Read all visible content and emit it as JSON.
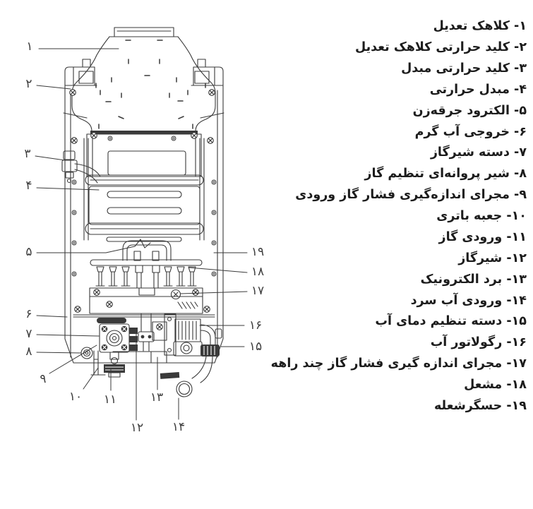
{
  "colors": {
    "ink": "#3a3a3a",
    "text": "#1c1c1c",
    "background": "#ffffff"
  },
  "parts_list": [
    {
      "text": "۱- کلاهک تعدیل"
    },
    {
      "text": "۲- کلید حرارتی کلاهک تعدیل"
    },
    {
      "text": "۳- کلید حرارتی مبدل"
    },
    {
      "text": "۴- مبدل حرارتی"
    },
    {
      "text": "۵- الکترود جرقه‌زن"
    },
    {
      "text": "۶- خروجی آب گرم"
    },
    {
      "text": "۷- دسته شیرگاز"
    },
    {
      "text": "۸- شیر پروانه‌ای تنظیم گاز"
    },
    {
      "text": "۹- مجرای اندازه‌گیری فشار گاز ورودی"
    },
    {
      "text": "۱۰- جعبه باتری"
    },
    {
      "text": "۱۱- ورودی گاز"
    },
    {
      "text": "۱۲- شیرگاز"
    },
    {
      "text": "۱۳- برد الکترونیک"
    },
    {
      "text": "۱۴- ورودی آب سرد"
    },
    {
      "text": "۱۵- دسته تنظیم دمای آب"
    },
    {
      "text": "۱۶- رگولاتور آب"
    },
    {
      "text": "۱۷- مجرای اندازه گیری فشار گاز چند راهه"
    },
    {
      "text": "۱۸- مشعل"
    },
    {
      "text": "۱۹- حسگرشعله"
    }
  ],
  "callouts": [
    {
      "num": "۱"
    },
    {
      "num": "۲"
    },
    {
      "num": "۳"
    },
    {
      "num": "۴"
    },
    {
      "num": "۵"
    },
    {
      "num": "۶"
    },
    {
      "num": "۷"
    },
    {
      "num": "۸"
    },
    {
      "num": "۹"
    },
    {
      "num": "۱۰"
    },
    {
      "num": "۱۱"
    },
    {
      "num": "۱۲"
    },
    {
      "num": "۱۳"
    },
    {
      "num": "۱۴"
    },
    {
      "num": "۱۵"
    },
    {
      "num": "۱۶"
    },
    {
      "num": "۱۷"
    },
    {
      "num": "۱۸"
    },
    {
      "num": "۱۹"
    }
  ]
}
